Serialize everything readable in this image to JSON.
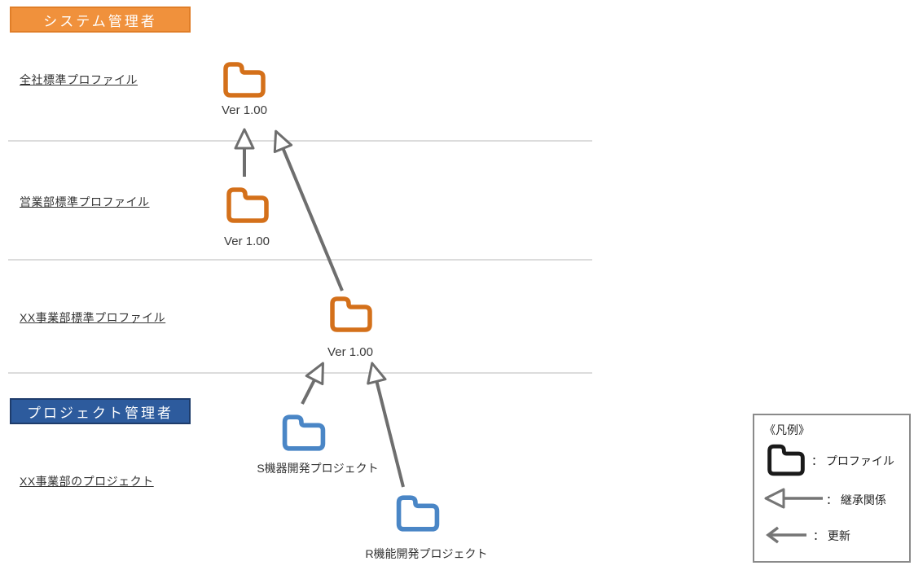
{
  "lanes": {
    "system_admin": {
      "title": "システム管理者"
    },
    "project_admin": {
      "title": "プロジェクト管理者"
    }
  },
  "row_labels": {
    "company": "全社標準プロファイル",
    "sales": "営業部標準プロファイル",
    "division": "XX事業部標準プロファイル",
    "division_projects": "XX事業部のプロジェクト"
  },
  "profiles": {
    "company": {
      "version": "Ver 1.00"
    },
    "sales": {
      "version": "Ver 1.00"
    },
    "division": {
      "version": "Ver 1.00"
    },
    "s_project": {
      "caption": "S機器開発プロジェクト"
    },
    "r_project": {
      "caption": "R機能開発プロジェクト"
    }
  },
  "relations": [
    {
      "type": "inheritance",
      "from": "営業部標準プロファイル Ver 1.00",
      "to": "全社標準プロファイル Ver 1.00"
    },
    {
      "type": "inheritance",
      "from": "XX事業部標準プロファイル Ver 1.00",
      "to": "全社標準プロファイル Ver 1.00"
    },
    {
      "type": "inheritance",
      "from": "S機器開発プロジェクト",
      "to": "XX事業部標準プロファイル Ver 1.00"
    },
    {
      "type": "inheritance",
      "from": "R機能開発プロジェクト",
      "to": "XX事業部標準プロファイル Ver 1.00"
    }
  ],
  "legend": {
    "title": "《凡例》",
    "items": [
      {
        "icon": "folder-icon",
        "label": "： プロファイル"
      },
      {
        "icon": "inheritance-arrow-icon",
        "label": "： 継承関係"
      },
      {
        "icon": "update-arrow-icon",
        "label": "： 更新"
      }
    ]
  },
  "colors": {
    "system_admin_header": "#F0913C",
    "project_admin_header": "#2D5B9D",
    "profile_folder": "#D4701A",
    "project_folder": "#4A86C6",
    "arrow": "#6E6E6E",
    "divider": "#DCDCDC"
  }
}
